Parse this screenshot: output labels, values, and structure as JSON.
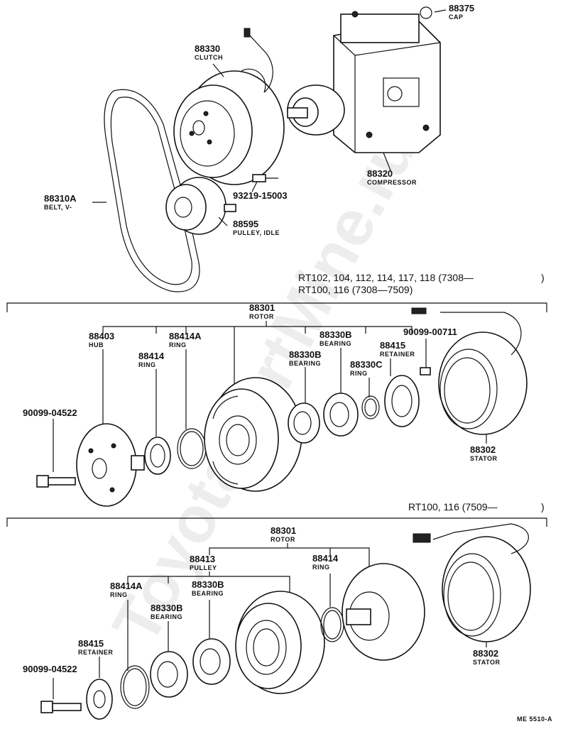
{
  "watermark": "ToyotaPartMine.ru",
  "figure_code": "ME 5510-A",
  "top": {
    "cap": {
      "num": "88375",
      "name": "CAP"
    },
    "clutch": {
      "num": "88330",
      "name": "CLUTCH"
    },
    "compressor": {
      "num": "88320",
      "name": "COMPRESSOR"
    },
    "bolt": {
      "num": "93219-15003"
    },
    "belt": {
      "num": "88310A",
      "name": "BELT, V-"
    },
    "idle_pulley": {
      "num": "88595",
      "name": "PULLEY, IDLE"
    }
  },
  "section1": {
    "header_line1": "RT102, 104, 112, 114, 117, 118 (7308—",
    "header_line1_close": ")",
    "header_line2": "RT100, 116 (7308—7509)",
    "rotor": {
      "num": "88301",
      "name": "ROTOR"
    },
    "hub": {
      "num": "88403",
      "name": "HUB"
    },
    "ring_a": {
      "num": "88414A",
      "name": "RING"
    },
    "ring": {
      "num": "88414",
      "name": "RING"
    },
    "bearing_top": {
      "num": "88330B",
      "name": "BEARING"
    },
    "bearing_mid": {
      "num": "88330B",
      "name": "BEARING"
    },
    "ring_c": {
      "num": "88330C",
      "name": "RING"
    },
    "retainer": {
      "num": "88415",
      "name": "RETAINER"
    },
    "screw": {
      "num": "90099-00711"
    },
    "bolt": {
      "num": "90099-04522"
    },
    "stator": {
      "num": "88302",
      "name": "STATOR"
    }
  },
  "section2": {
    "header": "RT100, 116 (7509—",
    "header_close": ")",
    "rotor": {
      "num": "88301",
      "name": "ROTOR"
    },
    "pulley": {
      "num": "88413",
      "name": "PULLEY"
    },
    "ring": {
      "num": "88414",
      "name": "RING"
    },
    "ring_a": {
      "num": "88414A",
      "name": "RING"
    },
    "bearing_top": {
      "num": "88330B",
      "name": "BEARING"
    },
    "bearing_mid": {
      "num": "88330B",
      "name": "BEARING"
    },
    "retainer": {
      "num": "88415",
      "name": "RETAINER"
    },
    "bolt": {
      "num": "90099-04522"
    },
    "stator": {
      "num": "88302",
      "name": "STATOR"
    }
  }
}
